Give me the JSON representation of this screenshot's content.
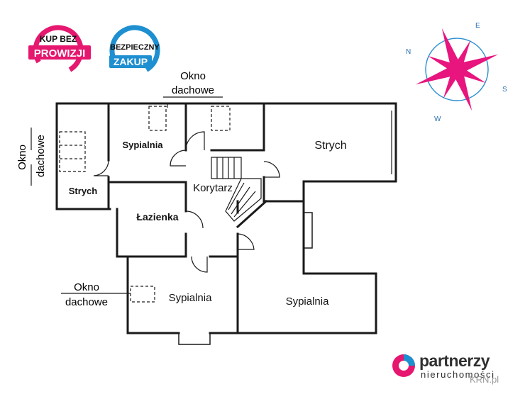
{
  "badges": {
    "left": {
      "line1": "KUP BEZ",
      "line2": "PROWIZJI",
      "color": "#e5176f"
    },
    "right": {
      "line1": "BEZPIECZNY",
      "line2": "ZAKUP",
      "color": "#1e8fd0"
    }
  },
  "compass": {
    "n": "N",
    "e": "E",
    "s": "S",
    "w": "W",
    "color": "#e8157e"
  },
  "window_labels": {
    "top": {
      "line1": "Okno",
      "line2": "dachowe"
    },
    "left": {
      "line1": "Okno",
      "line2": "dachowe"
    },
    "bottom": {
      "line1": "Okno",
      "line2": "dachowe"
    }
  },
  "rooms": {
    "sypialnia_1": "Sypialnia",
    "strych_left": "Strych",
    "strych_right": "Strych",
    "korytarz": "Korytarz",
    "lazienka": "Łazienka",
    "sypialnia_2": "Sypialnia",
    "sypialnia_3": "Sypialnia"
  },
  "brand": {
    "name": "partnerzy",
    "sub": "nieruchomości",
    "logo_color": "#e5176f",
    "logo_color2": "#1e8fd0"
  },
  "watermark": "KRN.pl"
}
